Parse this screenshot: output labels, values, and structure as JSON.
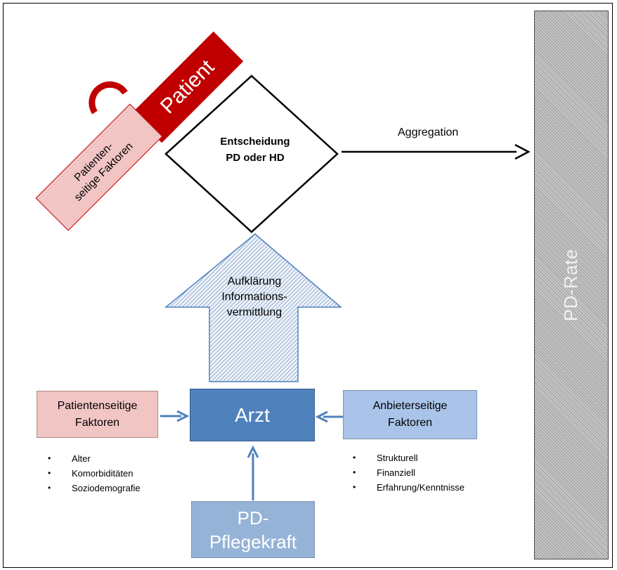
{
  "patient": {
    "label": "Patient"
  },
  "patient_factors_rotated": {
    "line1": "Patienten-",
    "line2": "seitige Faktoren"
  },
  "decision": {
    "line1": "Entscheidung",
    "line2": "PD oder HD"
  },
  "aggregation": {
    "label": "Aggregation"
  },
  "pd_rate": {
    "label": "PD-Rate"
  },
  "info_arrow": {
    "line1": "Aufklärung",
    "line2": "Informations-",
    "line3": "vermittlung"
  },
  "arzt": {
    "label": "Arzt"
  },
  "patient_factors": {
    "line1": "Patientenseitige",
    "line2": "Faktoren",
    "items": [
      "Alter",
      "Komorbiditäten",
      "Soziodemografie"
    ]
  },
  "provider_factors": {
    "line1": "Anbieterseitige",
    "line2": "Faktoren",
    "items": [
      "Strukturell",
      "Finanziell",
      "Erfahrung/Kenntnisse"
    ]
  },
  "pd_nurse": {
    "line1": "PD-",
    "line2": "Pflegekraft"
  },
  "colors": {
    "patient_red": "#c00000",
    "pink": "#f2c5c5",
    "arzt_blue": "#4f81bd",
    "light_blue": "#a9c4e8",
    "nurse_blue": "#95b3d7",
    "arrow_blue": "#4f81bd",
    "bar_gray": "#bdbdbd"
  }
}
